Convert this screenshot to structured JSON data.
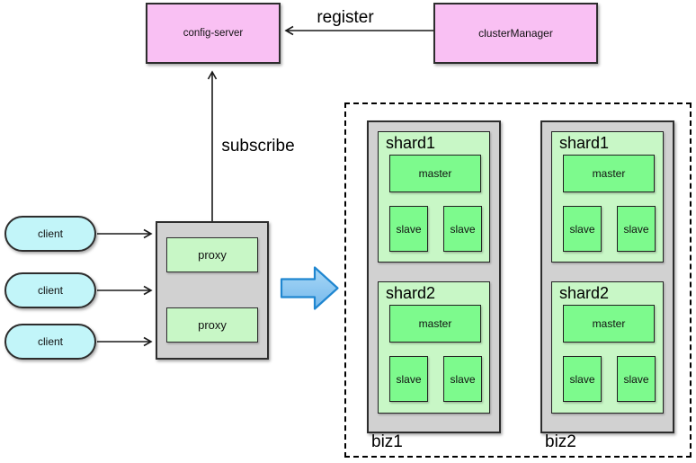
{
  "diagram": {
    "colors": {
      "pink": "#f9c0f3",
      "cyan": "#c2f5f9",
      "light_green": "#c8f7c6",
      "green": "#7dfa8d",
      "gray": "#d1d1d1",
      "arrow_blue_fill": "#8cc7f0",
      "arrow_blue_stroke": "#1f86d0"
    },
    "nodes": {
      "config_server": "config-server",
      "cluster_manager": "clusterManager"
    },
    "edges": {
      "register": "register",
      "subscribe": "subscribe"
    },
    "clients": [
      "client",
      "client",
      "client"
    ],
    "proxy_group": {
      "proxies": [
        "proxy",
        "proxy"
      ]
    },
    "cluster": {
      "groups": [
        {
          "label": "biz1",
          "shards": [
            {
              "label": "shard1",
              "master": "master",
              "slaves": [
                "slave",
                "slave"
              ]
            },
            {
              "label": "shard2",
              "master": "master",
              "slaves": [
                "slave",
                "slave"
              ]
            }
          ]
        },
        {
          "label": "biz2",
          "shards": [
            {
              "label": "shard1",
              "master": "master",
              "slaves": [
                "slave",
                "slave"
              ]
            },
            {
              "label": "shard2",
              "master": "master",
              "slaves": [
                "slave",
                "slave"
              ]
            }
          ]
        }
      ]
    }
  }
}
